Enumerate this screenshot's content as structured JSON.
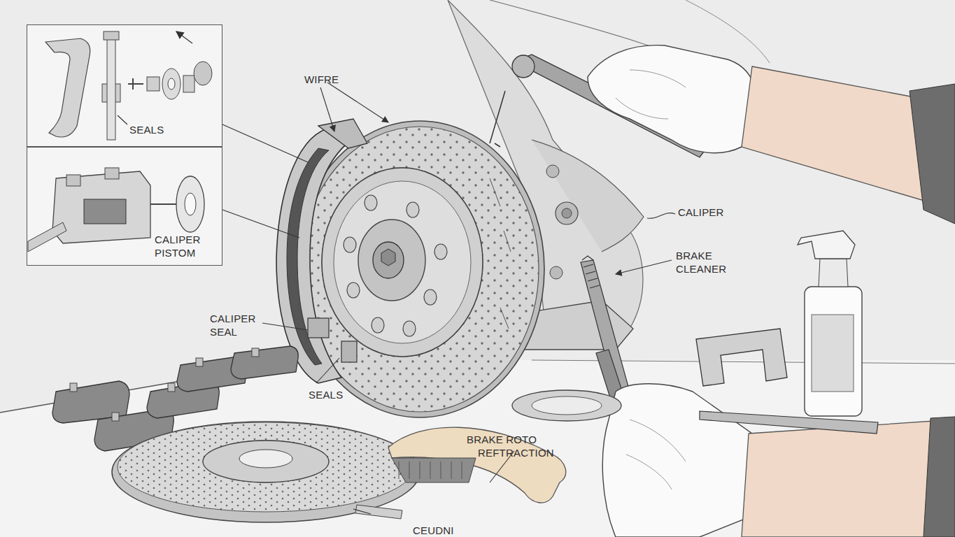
{
  "diagram": {
    "nodes": [
      {
        "text": [
          "SEALS"
        ]
      },
      {
        "text": [
          "CALIPER PISTOM"
        ]
      }
    ],
    "labels": [
      "WIFRE",
      "CALIPER",
      "BRAKE CLEANER",
      "CALIPER SEAL",
      "SEALS",
      "BRAKE ROTO REFTRACTION",
      "CEUDNI"
    ]
  }
}
